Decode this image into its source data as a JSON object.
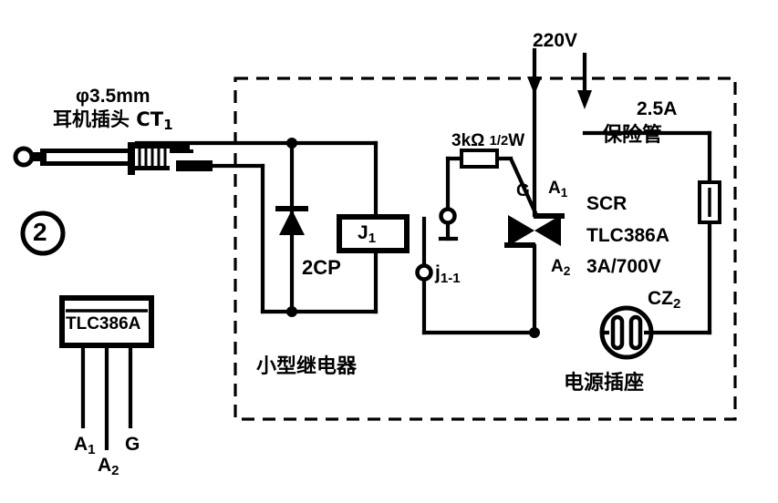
{
  "figure": {
    "number": "2",
    "title_top": "φ3.5mm",
    "title_bottom": "耳机插头 CT",
    "title_bottom_sub": "1"
  },
  "labels": {
    "mains": "220V",
    "resistor": "3kΩ",
    "resistor_power_num": "1",
    "resistor_power_den": "2",
    "resistor_power_unit": "W",
    "diode": "2CP",
    "relay_coil": "J",
    "relay_coil_sub": "1",
    "relay_contact": "j",
    "relay_contact_sub": "1-1",
    "relay_box_cn": "小型继电器",
    "fuse_rating": "2.5A",
    "fuse_cn": "保险管",
    "scr_name": "SCR",
    "scr_part": "TLC386A",
    "scr_rating": "3A/700V",
    "scr_gate": "G",
    "scr_a1": "A",
    "scr_a1_sub": "1",
    "scr_a2": "A",
    "scr_a2_sub": "2",
    "socket": "CZ",
    "socket_sub": "2",
    "socket_cn": "电源插座",
    "package_part": "TLC386A",
    "pin_a1": "A",
    "pin_a1_sub": "1",
    "pin_a2": "A",
    "pin_a2_sub": "2",
    "pin_g": "G"
  },
  "colors": {
    "ink": "#000000",
    "paper": "#ffffff"
  }
}
